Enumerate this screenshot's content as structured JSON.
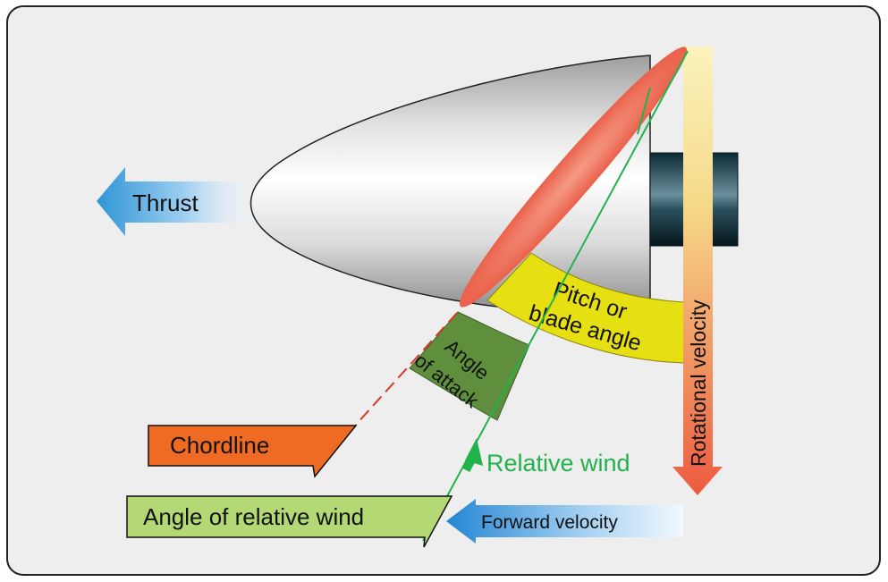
{
  "labels": {
    "thrust": "Thrust",
    "pitch_line1": "Pitch or",
    "pitch_line2": "blade angle",
    "angle_of_attack_line1": "Angle",
    "angle_of_attack_line2": "of attack",
    "rotational_velocity": "Rotational velocity",
    "chordline": "Chordline",
    "relative_wind": "Relative wind",
    "angle_of_relative_wind": "Angle of relative wind",
    "forward_velocity": "Forward velocity"
  },
  "colors": {
    "panel_background": "#eeeeee",
    "blade": "#ee6a54",
    "pitch_band": "#e6df12",
    "angle_of_attack_band": "#5f8f3c",
    "relative_wind_line": "#22b24c",
    "chordline_box": "#ef6a22",
    "angle_of_relative_wind_box": "#b4d873",
    "thrust_arrow": "#3aa0dc",
    "forward_velocity_arrow": "#2e8fd8",
    "rotational_arrow_top": "#fbf0b2",
    "rotational_arrow_bottom": "#ec5a40",
    "hub": "#0e3440"
  }
}
